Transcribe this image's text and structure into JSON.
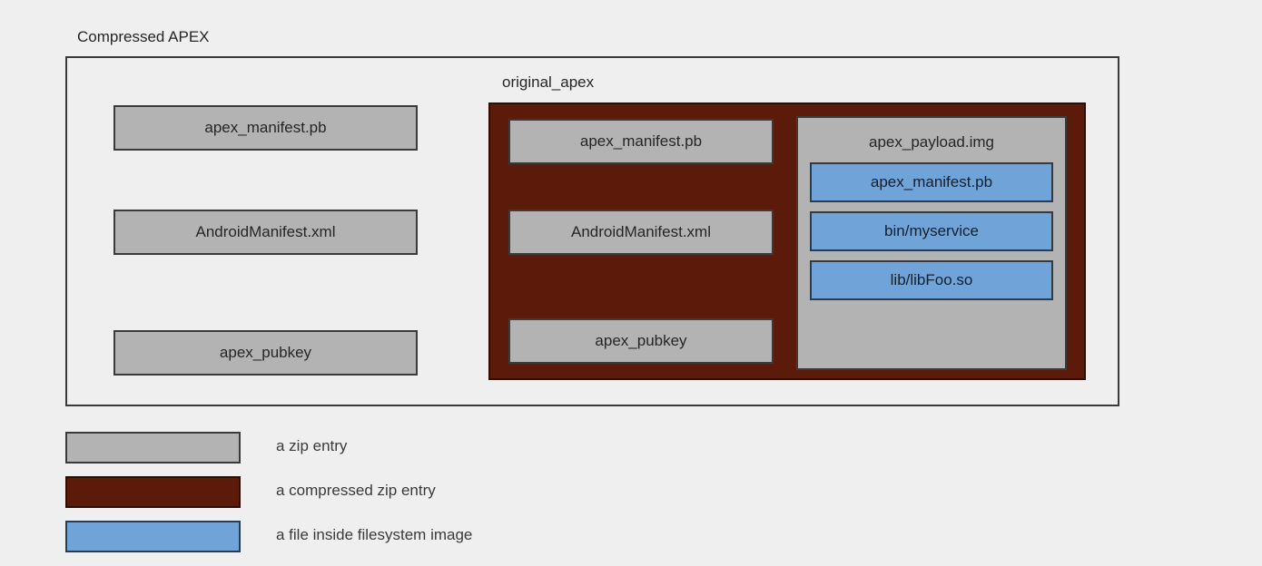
{
  "diagram": {
    "title": "Compressed APEX",
    "outer_group": {
      "label": "Compressed APEX",
      "entries": [
        {
          "label": "apex_manifest.pb",
          "kind": "zip-entry"
        },
        {
          "label": "AndroidManifest.xml",
          "kind": "zip-entry"
        },
        {
          "label": "apex_pubkey",
          "kind": "zip-entry"
        }
      ]
    },
    "compressed_group": {
      "label": "original_apex",
      "kind": "compressed-zip-entry",
      "entries": [
        {
          "label": "apex_manifest.pb",
          "kind": "zip-entry"
        },
        {
          "label": "AndroidManifest.xml",
          "kind": "zip-entry"
        },
        {
          "label": "apex_pubkey",
          "kind": "zip-entry"
        }
      ],
      "payload": {
        "label": "apex_payload.img",
        "kind": "zip-entry",
        "files": [
          {
            "label": "apex_manifest.pb",
            "kind": "filesystem-file"
          },
          {
            "label": "bin/myservice",
            "kind": "filesystem-file"
          },
          {
            "label": "lib/libFoo.so",
            "kind": "filesystem-file"
          }
        ]
      }
    }
  },
  "legend": {
    "items": [
      {
        "label": "a zip entry",
        "swatch": "gray"
      },
      {
        "label": "a compressed zip entry",
        "swatch": "red"
      },
      {
        "label": "a file inside filesystem image",
        "swatch": "blue"
      }
    ]
  },
  "colors": {
    "background": "#efefef",
    "zip_entry_fill": "#b3b3b3",
    "compressed_entry_fill": "#5c1a0b",
    "filesystem_file_fill": "#70a4d9",
    "stroke": "#3a3a3a",
    "text": "#262626"
  }
}
